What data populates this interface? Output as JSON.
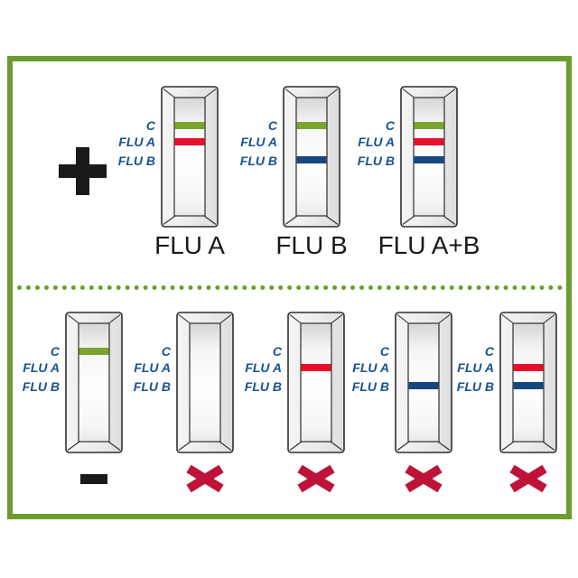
{
  "colors": {
    "frame_green": "#6c9c2e",
    "control_line": "#7aa52f",
    "flu_a_line": "#e60f2c",
    "flu_b_line": "#17477f",
    "label_blue": "#175394",
    "title_black": "#1a1a1a",
    "cross_red": "#bf1238",
    "plus_minus_black": "#1a1a1a"
  },
  "line_labels": {
    "control": "C",
    "flu_a": "FLU A",
    "flu_b": "FLU B"
  },
  "positive_section": {
    "symbol": "plus-icon",
    "strips": [
      {
        "title": "FLU A",
        "lines": [
          "control",
          "flu_a"
        ]
      },
      {
        "title": "FLU B",
        "lines": [
          "control",
          "flu_b"
        ]
      },
      {
        "title": "FLU A+B",
        "lines": [
          "control",
          "flu_a",
          "flu_b"
        ]
      }
    ]
  },
  "negative_section": {
    "strips": [
      {
        "symbol": "minus-icon",
        "lines": [
          "control"
        ]
      },
      {
        "symbol": "cross-icon",
        "lines": []
      },
      {
        "symbol": "cross-icon",
        "lines": [
          "flu_a"
        ]
      },
      {
        "symbol": "cross-icon",
        "lines": [
          "flu_b"
        ]
      },
      {
        "symbol": "cross-icon",
        "lines": [
          "flu_a",
          "flu_b"
        ]
      }
    ]
  }
}
